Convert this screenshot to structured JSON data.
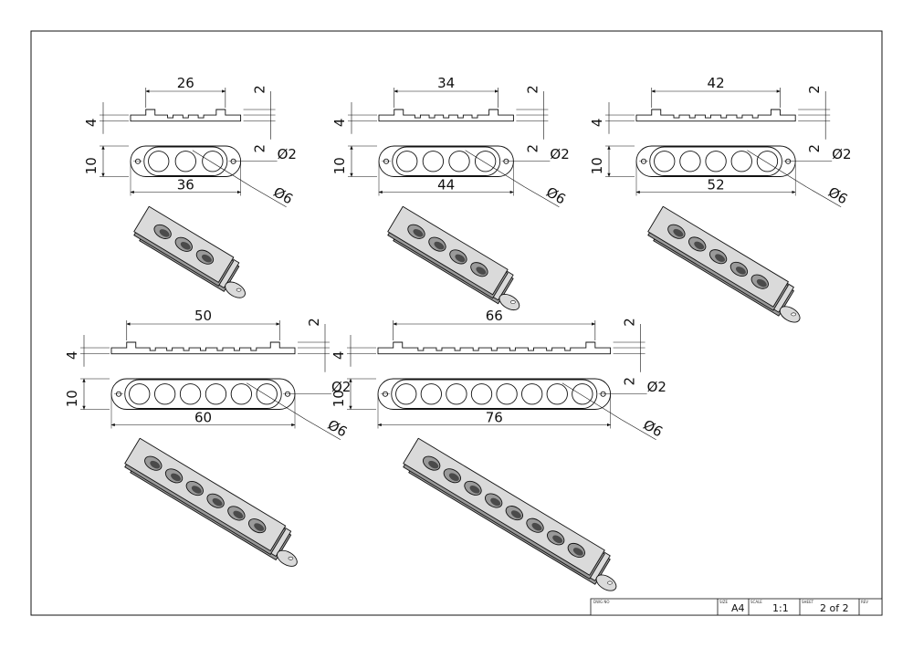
{
  "colors": {
    "line": "#111111",
    "hatch": "#666666",
    "face": "#dadada",
    "face_dark": "#9a9a9a",
    "paper": "#ffffff"
  },
  "variants": [
    {
      "holes": 3,
      "length": "36",
      "slot_span": "26",
      "height": "10",
      "thickness": "4",
      "tab": "2",
      "bottom": "2",
      "mount_hole": "Ø2",
      "big_hole": "Ø6"
    },
    {
      "holes": 4,
      "length": "44",
      "slot_span": "34",
      "height": "10",
      "thickness": "4",
      "tab": "2",
      "bottom": "2",
      "mount_hole": "Ø2",
      "big_hole": "Ø6"
    },
    {
      "holes": 5,
      "length": "52",
      "slot_span": "42",
      "height": "10",
      "thickness": "4",
      "tab": "2",
      "bottom": "2",
      "mount_hole": "Ø2",
      "big_hole": "Ø6"
    },
    {
      "holes": 6,
      "length": "60",
      "slot_span": "50",
      "height": "10",
      "thickness": "4",
      "tab": "2",
      "bottom": "",
      "mount_hole": "Ø2",
      "big_hole": "Ø6"
    },
    {
      "holes": 8,
      "length": "76",
      "slot_span": "66",
      "height": "10",
      "thickness": "4",
      "tab": "2",
      "bottom": "2",
      "mount_hole": "Ø2",
      "big_hole": "Ø6"
    }
  ],
  "title_block": {
    "dwg_no_label": "DWG NO",
    "size_label": "SIZE",
    "size": "A4",
    "scale_label": "SCALE",
    "scale": "1:1",
    "sheet_label": "SHEET",
    "sheet": "2 of 2",
    "rev_label": "REV"
  }
}
